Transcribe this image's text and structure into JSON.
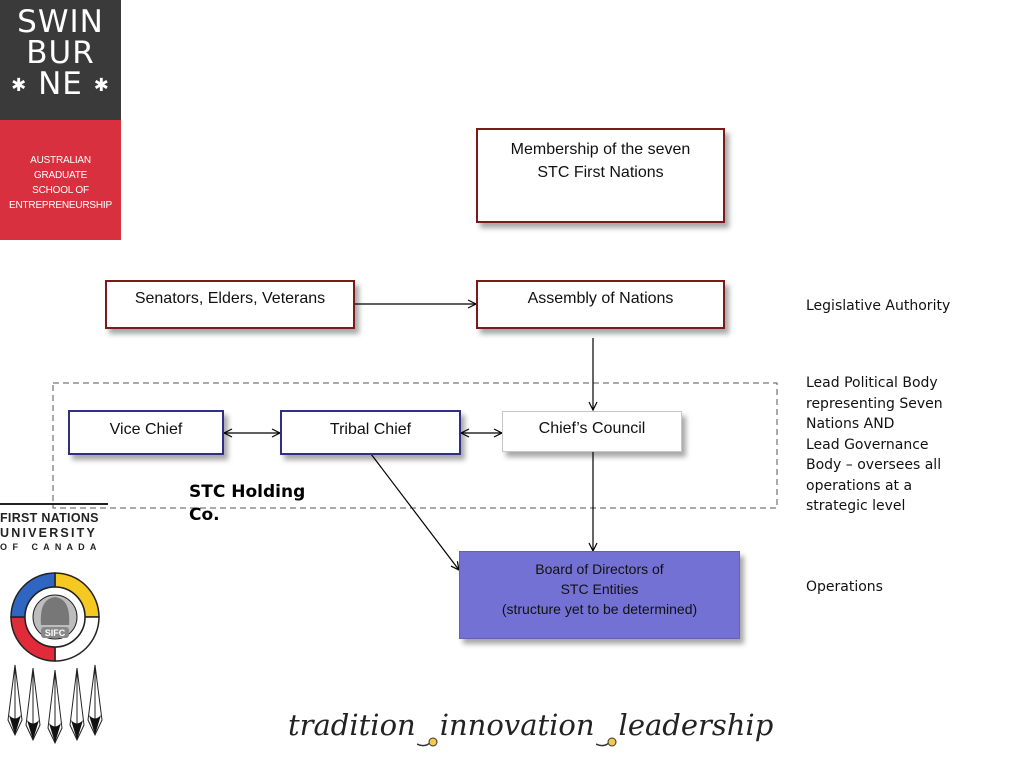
{
  "logos": {
    "swinburne": {
      "lines": [
        "SWIN",
        "BUR",
        "NE"
      ],
      "star_line": "* NE *",
      "subtitle_lines": [
        "AUSTRALIAN",
        "GRADUATE",
        "SCHOOL OF",
        "ENTREPRENEURSHIP"
      ]
    },
    "fnuc": {
      "lines": [
        "FIRST NATIONS",
        "UNIVERSITY",
        "O F   C A N A D A"
      ],
      "seal_text": "SIFC"
    }
  },
  "nodes": {
    "membership": [
      "Membership of the seven",
      "STC First Nations"
    ],
    "senators": "Senators, Elders, Veterans",
    "assembly": "Assembly of Nations",
    "vice_chief": "Vice Chief",
    "tribal_chief": "Tribal Chief",
    "chiefs_council": "Chief’s Council",
    "board": [
      "Board of Directors of",
      "STC Entities",
      "(structure yet to be determined)"
    ]
  },
  "labels": {
    "stc_holding": [
      "STC Holding",
      "Co."
    ],
    "legislative": "Legislative Authority",
    "political": [
      "Lead Political Body",
      "representing Seven",
      "Nations AND",
      "Lead Governance",
      "Body – oversees all",
      "operations at a",
      "strategic level"
    ],
    "operations": "Operations"
  },
  "motto": {
    "word1": "tradition",
    "word2": "innovation",
    "word3": "leadership"
  },
  "colors": {
    "maroon": "#7c1a1a",
    "navy": "#2f2f86",
    "purple": "#7471d4",
    "swin_red": "#d8303e",
    "swin_dark": "#3a3a3a"
  }
}
